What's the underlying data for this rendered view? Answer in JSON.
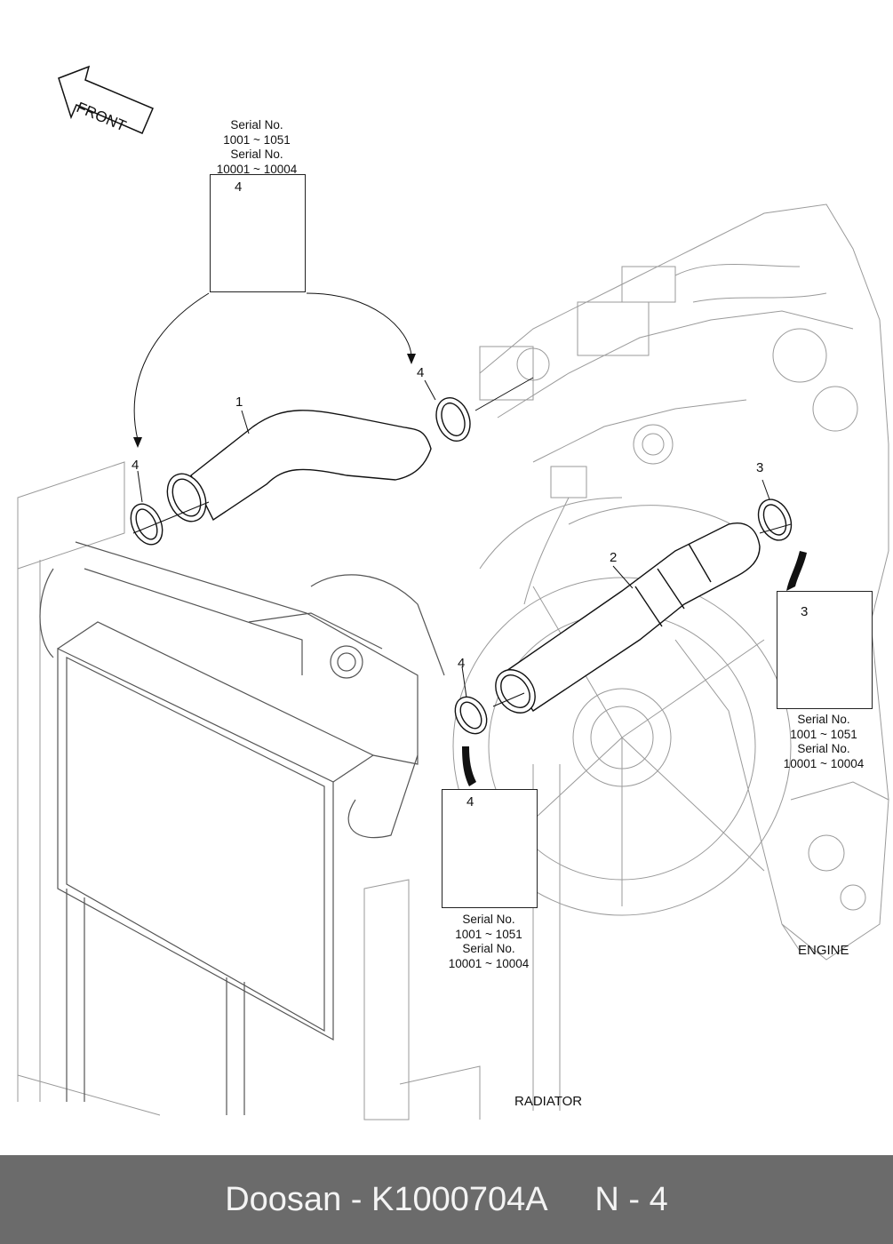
{
  "diagram": {
    "front_label": "FRONT",
    "labels": {
      "engine": "ENGINE",
      "radiator": "RADIATOR"
    },
    "callouts": [
      "1",
      "2",
      "3",
      "4"
    ],
    "insets": [
      {
        "part_number": "4",
        "serial_lines": [
          "Serial No.",
          "1001 ~ 1051",
          "Serial No.",
          "10001 ~ 10004"
        ]
      },
      {
        "part_number": "3",
        "serial_lines": [
          "Serial No.",
          "1001 ~ 1051",
          "Serial No.",
          "10001 ~ 10004"
        ]
      },
      {
        "part_number": "4",
        "serial_lines": [
          "Serial No.",
          "1001 ~ 1051",
          "Serial No.",
          "10001 ~ 10004"
        ]
      }
    ]
  },
  "footer": {
    "brand": "Doosan",
    "separator": "-",
    "part_code": "K1000704A",
    "page_ref": "N - 4"
  }
}
